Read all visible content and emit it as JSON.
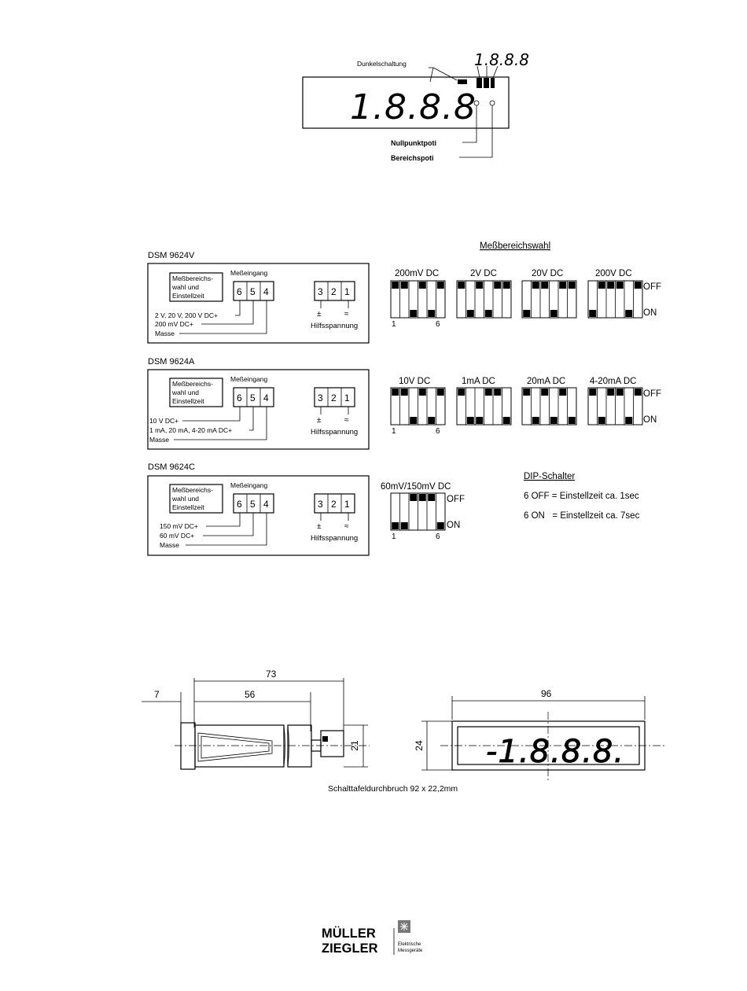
{
  "front_view": {
    "display_digits": "1.8.8.8",
    "small_digits": "1.8.8.8",
    "label_dark_circuit": "Dunkelschaltung",
    "label_zero_pot": "Nullpunktpoti",
    "label_range_pot": "Bereichspoti"
  },
  "range_selection_title": "Meßbereichswahl",
  "models": [
    {
      "name": "DSM 9624V",
      "box_label": [
        "Meßbereichs-",
        "wahl und",
        "Einstellzeit"
      ],
      "input_label": "Meßeingang",
      "input_terminals": [
        "6",
        "5",
        "4"
      ],
      "aux_terminals": [
        "3",
        "2",
        "1"
      ],
      "aux_label": "Hilfsspannung",
      "aux_symbols": [
        "±",
        "≈"
      ],
      "wiring": [
        "2 V, 20 V, 200 V DC+",
        "200 mV DC+",
        "Masse"
      ]
    },
    {
      "name": "DSM 9624A",
      "box_label": [
        "Meßbereichs-",
        "wahl und",
        "Einstellzeit"
      ],
      "input_label": "Meßeingang",
      "input_terminals": [
        "6",
        "5",
        "4"
      ],
      "aux_terminals": [
        "3",
        "2",
        "1"
      ],
      "aux_label": "Hilfsspannung",
      "aux_symbols": [
        "±",
        "≈"
      ],
      "wiring": [
        "10 V DC+",
        "1 mA, 20 mA, 4-20 mA DC+",
        "Masse"
      ]
    },
    {
      "name": "DSM 9624C",
      "box_label": [
        "Meßbereichs-",
        "wahl und",
        "Einstellzeit"
      ],
      "input_label": "Meßeingang",
      "input_terminals": [
        "6",
        "5",
        "4"
      ],
      "aux_terminals": [
        "3",
        "2",
        "1"
      ],
      "aux_label": "Hilfsspannung",
      "aux_symbols": [
        "±",
        "≈"
      ],
      "wiring": [
        "150 mV DC+",
        "60 mV DC+",
        "Masse"
      ]
    }
  ],
  "dip_switches": {
    "off_label": "OFF",
    "on_label": "ON",
    "first_index": "1",
    "last_index": "6",
    "row_v": [
      {
        "label": "200mV DC",
        "states": [
          "off",
          "off",
          "on",
          "off",
          "on",
          "off"
        ]
      },
      {
        "label": "2V DC",
        "states": [
          "off",
          "on",
          "off",
          "on",
          "off",
          "off"
        ]
      },
      {
        "label": "20V DC",
        "states": [
          "on",
          "off",
          "off",
          "on",
          "off",
          "off"
        ]
      },
      {
        "label": "200V DC",
        "states": [
          "on",
          "off",
          "off",
          "off",
          "on",
          "off"
        ]
      }
    ],
    "row_a": [
      {
        "label": "10V DC",
        "states": [
          "off",
          "off",
          "on",
          "off",
          "on",
          "off"
        ]
      },
      {
        "label": "1mA DC",
        "states": [
          "off",
          "on",
          "on",
          "off",
          "off",
          "on"
        ]
      },
      {
        "label": "20mA DC",
        "states": [
          "off",
          "on",
          "off",
          "on",
          "off",
          "on"
        ]
      },
      {
        "label": "4-20mA DC",
        "states": [
          "off",
          "on",
          "off",
          "off",
          "on",
          "off"
        ]
      }
    ],
    "row_c": [
      {
        "label": "60mV/150mV DC",
        "states": [
          "on",
          "on",
          "off",
          "off",
          "off",
          "on"
        ]
      }
    ]
  },
  "dip_legend": {
    "title": "DIP-Schalter",
    "lines": [
      "6 OFF = Einstellzeit ca. 1sec",
      "6 ON   = Einstellzeit ca. 7sec"
    ]
  },
  "dimensions": {
    "d73": "73",
    "d7": "7",
    "d56": "56",
    "d21": "21",
    "d96": "96",
    "d24": "24",
    "panel_cutout": "Schalttafeldurchbruch 92 x 22,2mm",
    "front_digits": "-1.8.8.8."
  },
  "logo": {
    "line1": "MÜLLER",
    "line2": "ZIEGLER",
    "sub1": "Elektrische",
    "sub2": "Messgeräte"
  }
}
